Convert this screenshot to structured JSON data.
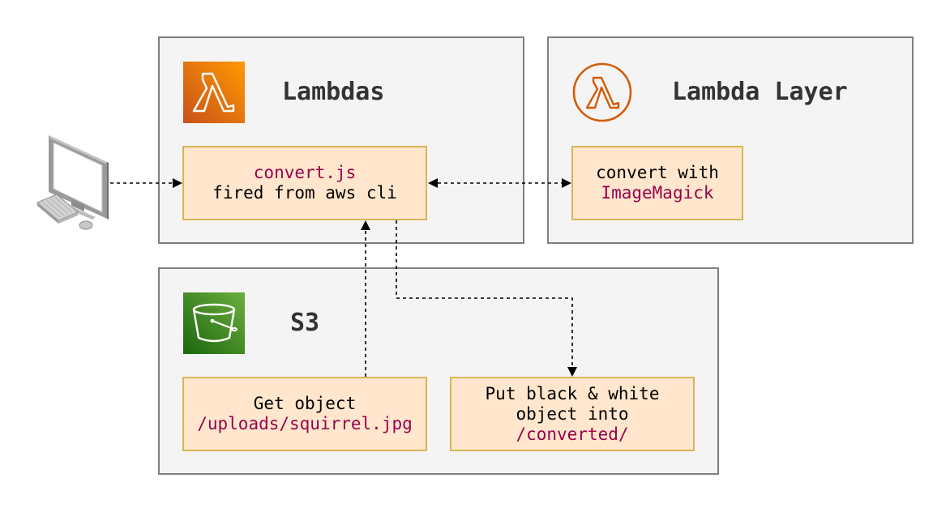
{
  "groups": {
    "lambdas": {
      "title": "Lambdas"
    },
    "layer": {
      "title": "Lambda Layer"
    },
    "s3": {
      "title": "S3"
    }
  },
  "nodes": {
    "convert": {
      "line1": "convert.js",
      "line2": "fired from aws cli"
    },
    "imagemagick": {
      "line1": "convert with",
      "line2": "ImageMagick"
    },
    "get_object": {
      "line1": "Get object",
      "line2": "/uploads/squirrel.jpg"
    },
    "put_object": {
      "line1": "Put black & white",
      "line2": "object into",
      "line3": "/converted/"
    }
  },
  "icons": {
    "client": "desktop-computer-icon",
    "lambdas": "aws-lambda-icon",
    "layer": "aws-lambda-layer-icon",
    "s3": "aws-s3-bucket-icon"
  },
  "colors": {
    "group_fill": "#f4f4f4",
    "group_border": "#7f7f7f",
    "node_fill": "#ffe6cc",
    "node_border": "#d6b656",
    "accent_text": "#99004d",
    "lambda_orange": "#e7772a",
    "s3_green": "#3f8624"
  }
}
